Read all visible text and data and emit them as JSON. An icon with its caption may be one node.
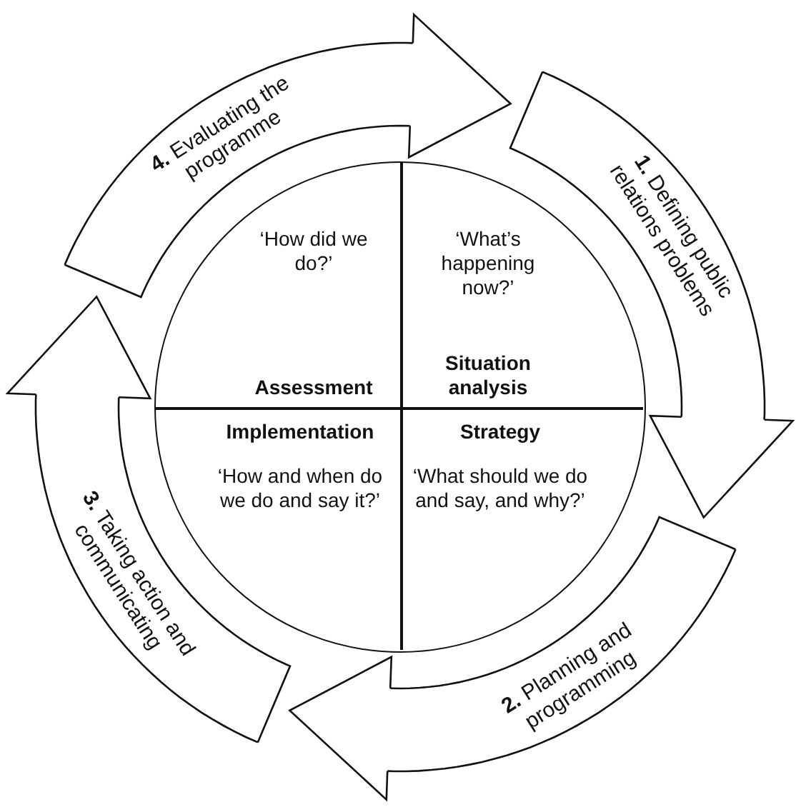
{
  "diagram": {
    "nodes": [
      {
        "text": [
          "**1.** Defining public relations problems"
        ]
      },
      {
        "text": [
          "**2.** Planning and programming"
        ]
      },
      {
        "text": [
          "**3.** Taking action and communicating"
        ]
      },
      {
        "text": [
          "**4.** Evaluating the programme"
        ]
      },
      {
        "text": [],
        "shape": "circle"
      },
      {
        "text": [
          "‘How did we do?’",
          "Assessment"
        ],
        "in": 4
      },
      {
        "text": [
          "‘What’s happening now?’",
          "Situation analysis"
        ],
        "in": 4
      },
      {
        "text": [
          "Implementation",
          "‘How and when do we do and say it?’"
        ],
        "in": 4
      },
      {
        "text": [
          "Strategy",
          "‘What should we do and say, and why?’"
        ],
        "in": 4
      }
    ],
    "edges": [
      {
        "from": 0,
        "to": 1,
        "arrow": "to"
      },
      {
        "from": 1,
        "to": 2,
        "arrow": "to"
      },
      {
        "from": 2,
        "to": 3,
        "arrow": "to"
      },
      {
        "from": 3,
        "to": 0,
        "arrow": "to"
      }
    ]
  }
}
